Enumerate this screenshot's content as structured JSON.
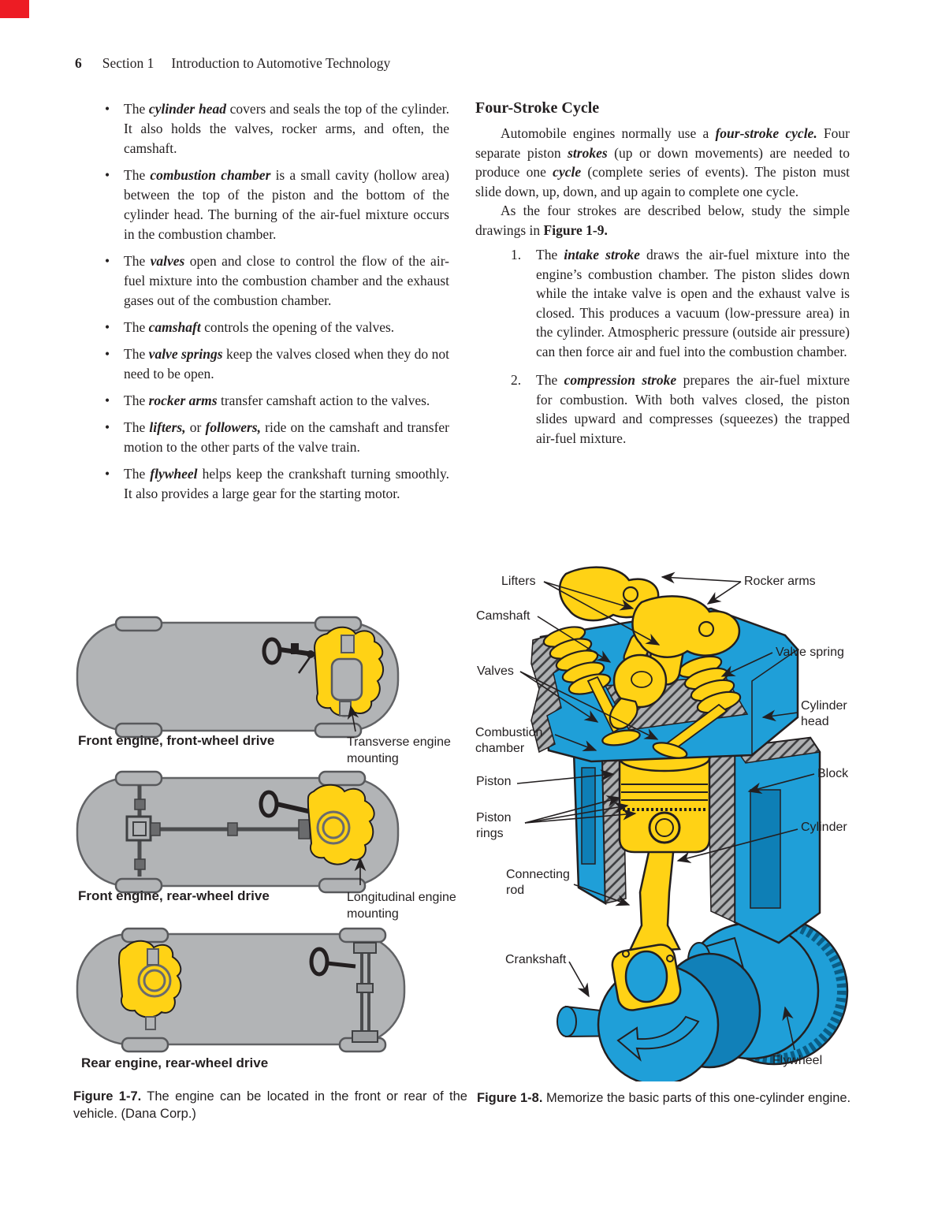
{
  "page": {
    "number": "6",
    "section": "Section 1",
    "title": "Introduction to Automotive Technology"
  },
  "colors": {
    "corner_red": "#ed1c24",
    "diagram_yellow": "#ffd215",
    "diagram_blue": "#1f9fd8",
    "car_gray": "#b2b4b6",
    "text": "#231f20"
  },
  "bullet_char": "•",
  "bullets": [
    {
      "pre": "The ",
      "term": "cylinder head",
      "post": " covers and seals the top of the cylinder. It also holds the valves, rocker arms, and often, the camshaft."
    },
    {
      "pre": "The ",
      "term": "combustion chamber",
      "post": " is a small cavity (hollow area) between the top of the piston and the bottom of the cylinder head. The burning of the air-fuel mixture occurs in the combustion chamber."
    },
    {
      "pre": "The ",
      "term": "valves",
      "post": " open and close to control the flow of the air-fuel mixture into the combustion chamber and the exhaust gases out of the combustion chamber."
    },
    {
      "pre": "The ",
      "term": "camshaft",
      "post": " controls the opening of the valves."
    },
    {
      "pre": "The ",
      "term": "valve springs",
      "post": " keep the valves closed when they do not need to be open."
    },
    {
      "pre": "The ",
      "term": "rocker arms",
      "post": " transfer camshaft action to the valves."
    },
    {
      "pre": "The ",
      "term": "lifters,",
      "mid": " or ",
      "term2": "followers,",
      "post": " ride on the camshaft and transfer motion to the other parts of the valve train."
    },
    {
      "pre": "The ",
      "term": "flywheel",
      "post": " helps keep the crankshaft turning smoothly. It also provides a large gear for the starting motor."
    }
  ],
  "four_stroke": {
    "heading": "Four-Stroke Cycle",
    "p1": {
      "s1": "Automobile engines normally use a ",
      "t1": "four-stroke cycle.",
      "s2": " Four separate piston ",
      "t2": "strokes",
      "s3": " (up or down movements) are needed to produce one ",
      "t3": "cycle",
      "s4": " (complete series of events). The piston must slide down, up, down, and up again to complete one cycle."
    },
    "p2": {
      "s1": "As the four strokes are described below, study the simple drawings in ",
      "t1": "Figure 1-9."
    },
    "list": [
      {
        "num": "1.",
        "pre": "The ",
        "term": "intake stroke",
        "post": " draws the air-fuel mixture into the engine’s combustion chamber. The piston slides down while the intake valve is open and the exhaust valve is closed. This produces a vacuum (low-pressure area) in the cylinder. Atmospheric pressure (outside air pressure) can then force air and fuel into the combustion chamber."
      },
      {
        "num": "2.",
        "pre": "The ",
        "term": "compression stroke",
        "post": " prepares the air-fuel mixture for combustion. With both valves closed, the piston slides upward and compresses (squeezes) the trapped air-fuel mixture."
      }
    ]
  },
  "fig17": {
    "cars": [
      {
        "label": "Front engine, front-wheel drive",
        "callout": "Transverse engine mounting"
      },
      {
        "label": "Front engine, rear-wheel drive",
        "callout": "Longitudinal engine mounting"
      },
      {
        "label": "Rear engine, rear-wheel drive"
      }
    ],
    "caption_bold": "Figure 1-7.",
    "caption_rest": " The engine can be located in the front or rear of the vehicle. (Dana Corp.)"
  },
  "fig18": {
    "labels": {
      "lifters": "Lifters",
      "rocker_arms": "Rocker arms",
      "camshaft": "Camshaft",
      "valve_spring": "Valve spring",
      "valves": "Valves",
      "cylinder_head": "Cylinder head",
      "combustion_chamber": "Combustion chamber",
      "piston": "Piston",
      "block": "Block",
      "piston_rings": "Piston rings",
      "cylinder": "Cylinder",
      "connecting_rod": "Connecting rod",
      "crankshaft": "Crankshaft",
      "flywheel": "Flywheel"
    },
    "caption_bold": "Figure 1-8.",
    "caption_rest": " Memorize the basic parts of this one-cylinder engine."
  }
}
